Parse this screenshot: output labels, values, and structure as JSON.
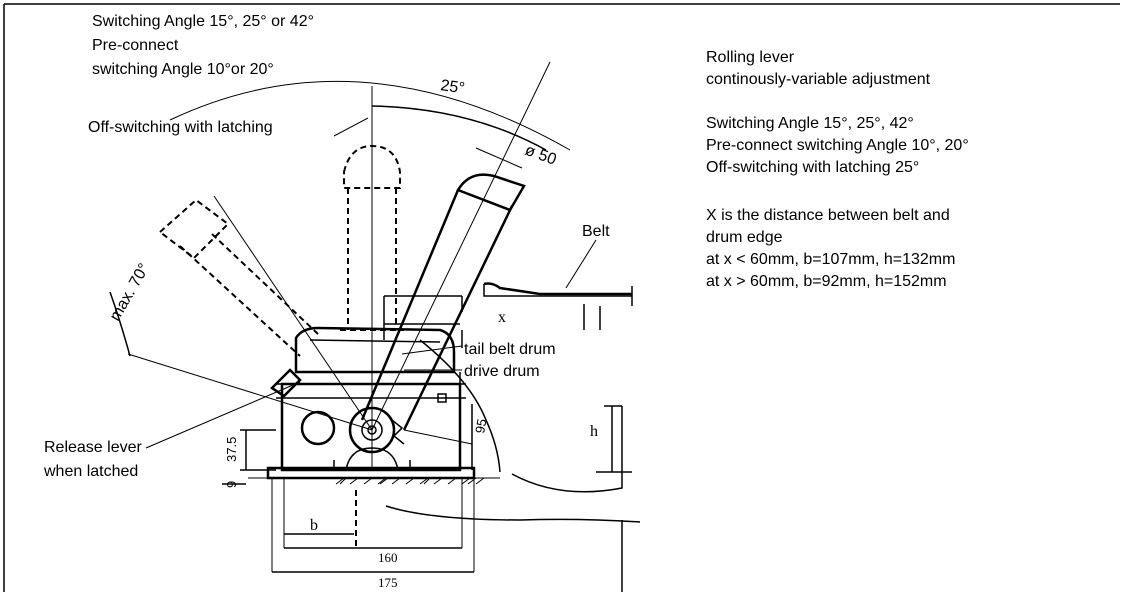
{
  "labels": {
    "switching_angle": "Switching Angle 15°, 25° or 42°",
    "pre_connect": "Pre-connect",
    "pre_connect_angle": "switching Angle 10°or 20°",
    "off_switching": "Off-switching with latching",
    "angle_25": "25°",
    "dia_50": "ø 50",
    "max_70": "max. 70°",
    "belt": "Belt",
    "x": "x",
    "tail_belt_drum": "tail belt drum",
    "drive_drum": "drive drum",
    "h": "h",
    "release_lever_1": "Release lever",
    "release_lever_2": "when latched",
    "dim_37_5": "37.5",
    "dim_9": "9",
    "dim_95": "95",
    "b": "b",
    "dim_160": "160",
    "dim_175": "175"
  },
  "notes": {
    "rolling_lever": "Rolling lever",
    "adjustment": "continously-variable adjustment",
    "spec_switching": "Switching Angle 15°, 25°, 42°",
    "spec_preconnect": "Pre-connect switching Angle 10°, 20°",
    "spec_offswitch": "Off-switching with latching 25°",
    "x_def_1": "X  is the distance between belt and",
    "x_def_2": "drum edge",
    "case_1": "at x < 60mm, b=107mm, h=132mm",
    "case_2": "at x > 60mm, b=92mm, h=152mm"
  }
}
